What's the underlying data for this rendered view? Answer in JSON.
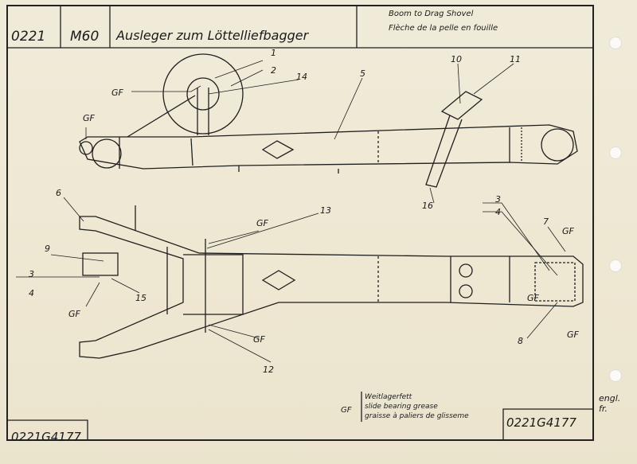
{
  "header": {
    "sheet_code": "0221",
    "model": "M60",
    "title_de": "Ausleger zum Löttelliefbagger",
    "title_en": "Boom to Drag Shovel",
    "title_fr": "Flèche de la pelle en fouille"
  },
  "footer": {
    "part_number_left": "0221G4177",
    "part_number_right": "0221G4177",
    "languages": "engl.\nfr."
  },
  "legend": {
    "abbr": "GF",
    "lines": [
      "Weitlagerfett",
      "slide bearing grease",
      "graisse à paliers de glisseme"
    ]
  },
  "callouts": {
    "n1": "1",
    "n2": "2",
    "n3": "3",
    "n4": "4",
    "n5": "5",
    "n6": "6",
    "n7": "7",
    "n8": "8",
    "n9": "9",
    "n10": "10",
    "n11": "11",
    "n12": "12",
    "n13": "13",
    "n14": "14",
    "n15": "15",
    "n16": "16",
    "gf": "GF"
  }
}
